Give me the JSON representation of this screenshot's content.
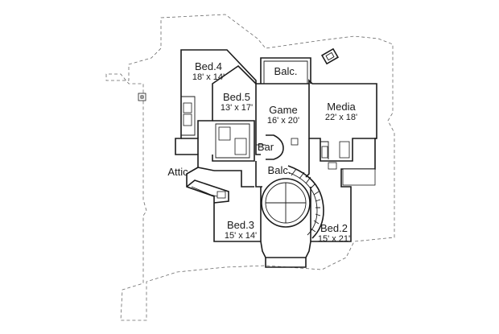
{
  "rooms": [
    {
      "id": "bed4",
      "name": "Bed.4",
      "dims": "18' x 14'"
    },
    {
      "id": "bed5",
      "name": "Bed.5",
      "dims": "13' x 17'"
    },
    {
      "id": "balc_top",
      "name": "Balc.",
      "dims": ""
    },
    {
      "id": "game",
      "name": "Game",
      "dims": "16' x 20'"
    },
    {
      "id": "media",
      "name": "Media",
      "dims": "22' x 18'"
    },
    {
      "id": "bar",
      "name": "Bar",
      "dims": ""
    },
    {
      "id": "balc_mid",
      "name": "Balc.",
      "dims": ""
    },
    {
      "id": "attic",
      "name": "Attic",
      "dims": ""
    },
    {
      "id": "bed3",
      "name": "Bed.3",
      "dims": "15' x 14'"
    },
    {
      "id": "bed2",
      "name": "Bed.2",
      "dims": "15' x 21'"
    }
  ]
}
